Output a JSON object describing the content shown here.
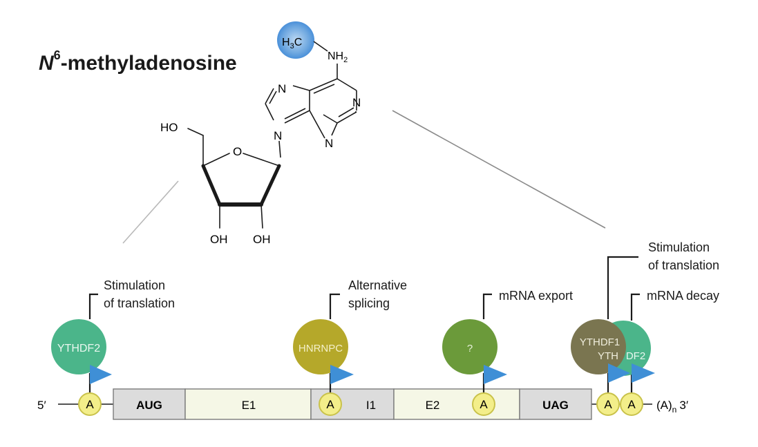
{
  "title": {
    "letter": "N",
    "superscript": "6",
    "rest": "-methyladenosine"
  },
  "molecule": {
    "methyl_h": "H",
    "methyl_sub": "3",
    "methyl_c": "C",
    "amine_nh": "NH",
    "amine_sub": "2",
    "ring_n7": "N",
    "ring_n1": "N",
    "ring_n3": "N",
    "ring_n9": "N",
    "hydroxyl_5": "HO",
    "ring_oxygen": "O",
    "hydroxyl_3": "OH",
    "hydroxyl_2": "OH"
  },
  "transcript": {
    "five_prime": "5′",
    "three_prime_a": "(A)",
    "three_prime_n": "n",
    "three_prime_end": "3′",
    "segments": {
      "aug": "AUG",
      "e1": "E1",
      "i1": "I1",
      "e2": "E2",
      "uag": "UAG"
    },
    "adenosine_label": "A"
  },
  "readers": {
    "ythdf2_left": "YTHDF2",
    "hnrnpc": "HNRNPC",
    "unknown": "?",
    "ythdf1": "YTHDF1",
    "ythdf1_hidden": "YTH",
    "ythdf2_right": "DF2"
  },
  "functions": {
    "translation_left_1": "Stimulation",
    "translation_left_2": "of translation",
    "splicing_1": "Alternative",
    "splicing_2": "splicing",
    "export": "mRNA export",
    "translation_right_1": "Stimulation",
    "translation_right_2": "of translation",
    "decay": "mRNA decay"
  },
  "colors": {
    "methyl_glow": "#4a90d9",
    "ythdf2": "#4bb58a",
    "hnrnpc": "#b5a82a",
    "unknown": "#6b9a3a",
    "ythdf1": "#7a7550",
    "flag": "#3f8fd6",
    "adenosine_fill": "#f3ee8a",
    "adenosine_stroke": "#c9c24a",
    "utr_box": "#dcdcdc",
    "exon_box": "#f5f7e6"
  }
}
